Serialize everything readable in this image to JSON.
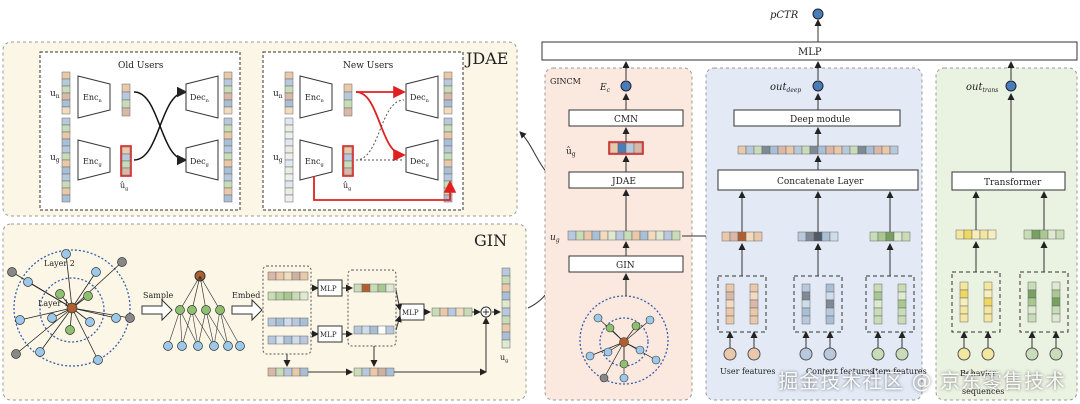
{
  "jdae": {
    "title": "JDAE",
    "old_users": "Old Users",
    "new_users": "New Users",
    "u_n": "u",
    "u_g": "u",
    "sub_n": "n",
    "sub_g": "g",
    "enc": "Enc",
    "dec": "Dec",
    "u_hat_g": "û",
    "sub_hat": "g"
  },
  "gin": {
    "title": "GIN",
    "layer2": "Layer 2",
    "layer1": "Layer 1",
    "sample": "Sample",
    "embed": "Embed",
    "mlp": "MLP",
    "u_g": "u",
    "sub_g": "g"
  },
  "gincm": {
    "title": "GINCM",
    "e_c": "E",
    "sub_c": "c",
    "cmn": "CMN",
    "u_hat_g": "û",
    "sub_hat": "g",
    "jdae_box": "JDAE",
    "u_g": "u",
    "sub_g": "g",
    "gin_box": "GIN"
  },
  "deep": {
    "out": "out",
    "sub": "deep",
    "module": "Deep module",
    "concat": "Concatenate Layer",
    "user_features": "User features",
    "context_features": "Context features",
    "item_features": "Item features"
  },
  "trans": {
    "out": "out",
    "sub": "trans",
    "transformer": "Transformer",
    "behavior": "Behavior",
    "sequences": "sequences"
  },
  "top": {
    "mlp": "MLP",
    "pctr": "pCTR"
  },
  "watermark": "掘金技术社区 @ 京东零售技术",
  "colors": {
    "jdae_bg": "#fbf6e6",
    "gin_bg": "#fbf6e6",
    "gincm_bg": "#fbe9df",
    "deep_bg": "#e3eaf6",
    "trans_bg": "#eaf2e1",
    "red": "#e02020",
    "node_blue": "#4a7cb8"
  }
}
